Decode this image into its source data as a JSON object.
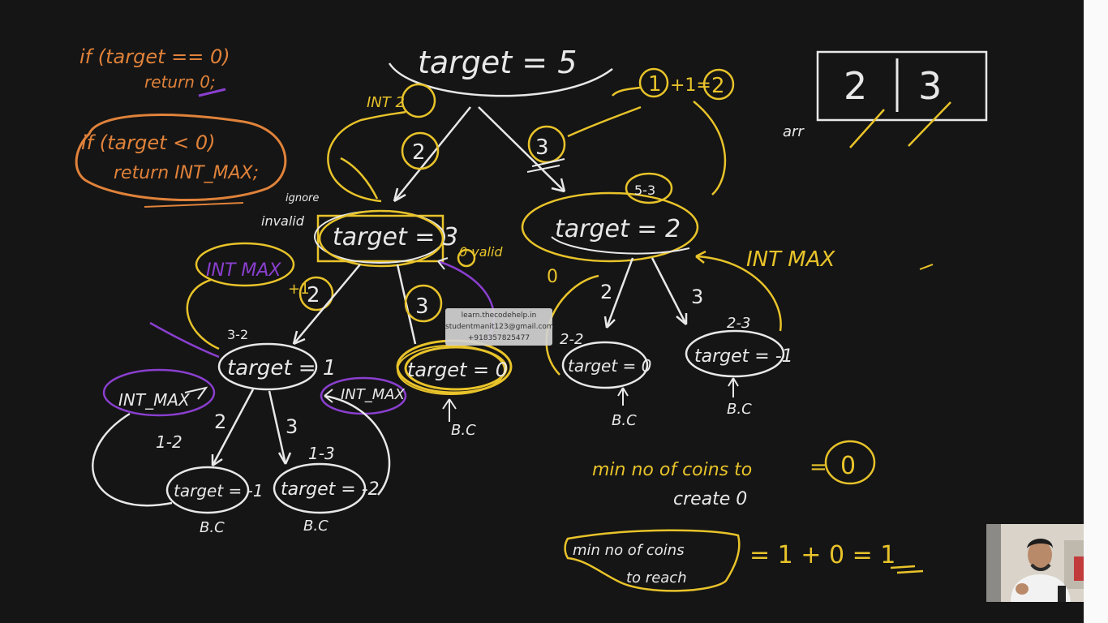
{
  "board": {
    "background": "#151515",
    "colors": {
      "white": "#e8e8e8",
      "orange": "#e0823a",
      "yellow": "#e8c32a",
      "purple": "#8a3fcf"
    },
    "base_case": {
      "line1": "if (target == 0)",
      "line2": "return 0;"
    },
    "invalid_case": {
      "line1": "if (target < 0)",
      "line2": "return INT_MAX;"
    },
    "root": {
      "label": "target = 5"
    },
    "array": {
      "values": [
        "2",
        "3"
      ],
      "label": "arr"
    },
    "top_note": {
      "c1": "1",
      "op": "+1=",
      "c2": "2"
    },
    "edges": {
      "e2": "2",
      "e3": "3",
      "int_2": "INT 2",
      "ignore": "ignore",
      "invalid": "invalid",
      "valid": "0 valid"
    },
    "nodes": {
      "n3": "target = 3",
      "n2": "target = 2",
      "n1": "target = 1",
      "n0": "target = 0",
      "n0b": "target = 0",
      "nm1": "target = -1",
      "nm1b": "target = -1",
      "nm2": "target = -2"
    },
    "subs": {
      "s52": "5-3",
      "s32": "3-2",
      "s12": "1-2",
      "s13": "1-3",
      "s22": "2-2",
      "s23": "2-3"
    },
    "markers": {
      "bc": "B.C",
      "intmax": "INT MAX",
      "intmax2": "INT_MAX",
      "intmax3": "INT_MAX",
      "zero": "0",
      "plus1": "+1"
    },
    "notes": {
      "line1": "min no of coins to",
      "line2": "create 0",
      "circled": "0",
      "box1": "min no of coins",
      "box2": "to reach",
      "result": "= 1 + 0 = 1"
    }
  },
  "watermark": {
    "line1": "learn.thecodehelp.in",
    "line2": "studentmanit123@gmail.com",
    "line3": "+918357825477"
  }
}
